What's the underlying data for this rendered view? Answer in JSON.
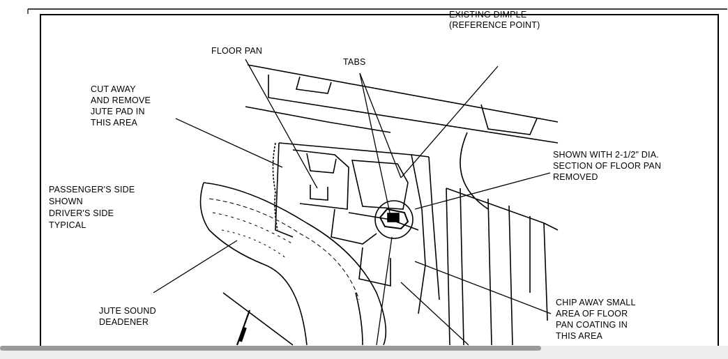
{
  "labels": {
    "existing_dimple": [
      "EXISTING DIMPLE",
      "(REFERENCE POINT)"
    ],
    "floor_pan": [
      "FLOOR PAN"
    ],
    "tabs": [
      "TABS"
    ],
    "cut_away": [
      "CUT AWAY",
      "AND REMOVE",
      "JUTE PAD IN",
      "THIS AREA"
    ],
    "shown_with": [
      "SHOWN WITH 2-1/2\" DIA.",
      "SECTION OF FLOOR PAN",
      "REMOVED"
    ],
    "passenger_side": [
      "PASSENGER'S SIDE",
      "SHOWN",
      "DRIVER'S SIDE",
      "TYPICAL"
    ],
    "jute_sound": [
      "JUTE SOUND",
      "DEADENER"
    ],
    "chip_away": [
      "CHIP AWAY SMALL",
      "AREA OF FLOOR",
      "PAN COATING IN",
      "THIS AREA"
    ]
  },
  "colors": {
    "ink": "#000000",
    "scroll_thumb": "#9a9a9a",
    "scroll_track": "#eeeeee"
  }
}
